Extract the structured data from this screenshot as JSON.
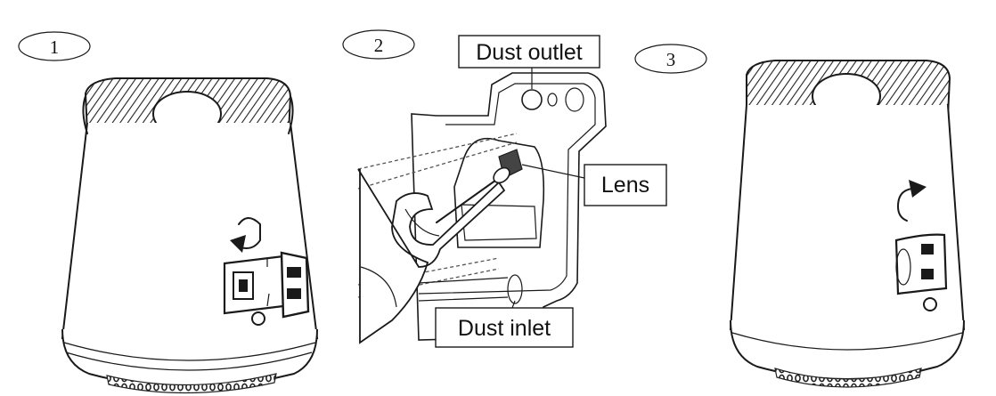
{
  "steps": [
    "1",
    "2",
    "3"
  ],
  "labels": {
    "dust_outlet": "Dust outlet",
    "lens": "Lens",
    "dust_inlet": "Dust inlet"
  },
  "icons": {
    "rotate_open": "counter-clockwise-arrow-icon",
    "rotate_close": "clockwise-arrow-icon"
  },
  "colors": {
    "line": "#1a1a1a",
    "background": "#ffffff"
  }
}
